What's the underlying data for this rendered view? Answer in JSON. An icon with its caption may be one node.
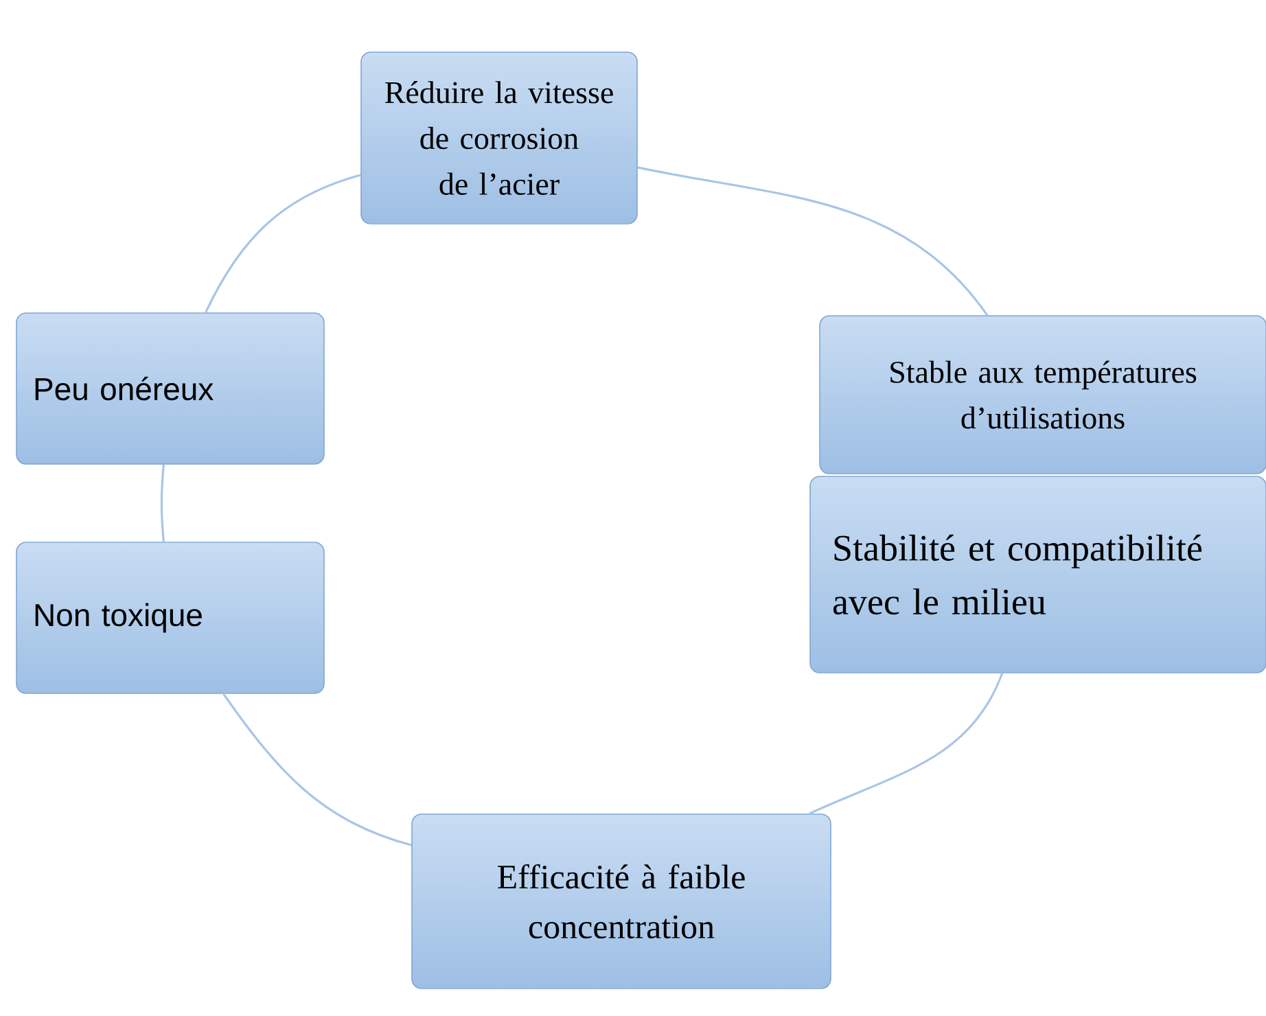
{
  "diagram": {
    "nodes": [
      {
        "text": [
          "Réduire la vitesse de corrosion de l’acier"
        ]
      },
      {
        "text": [
          "Stable aux températures d’utilisations"
        ]
      },
      {
        "text": [
          "Stabilité et compatibilité avec le milieu"
        ]
      },
      {
        "text": [
          "Efficacité à faible concentration"
        ]
      },
      {
        "text": [
          "Non toxique"
        ]
      },
      {
        "text": [
          "Peu onéreux"
        ]
      }
    ],
    "edges": [
      {
        "from": 0,
        "to": 1,
        "arrow": "none"
      },
      {
        "from": 2,
        "to": 3,
        "arrow": "none"
      },
      {
        "from": 3,
        "to": 4,
        "arrow": "none"
      },
      {
        "from": 4,
        "to": 5,
        "arrow": "none"
      },
      {
        "from": 5,
        "to": 0,
        "arrow": "none"
      }
    ]
  }
}
